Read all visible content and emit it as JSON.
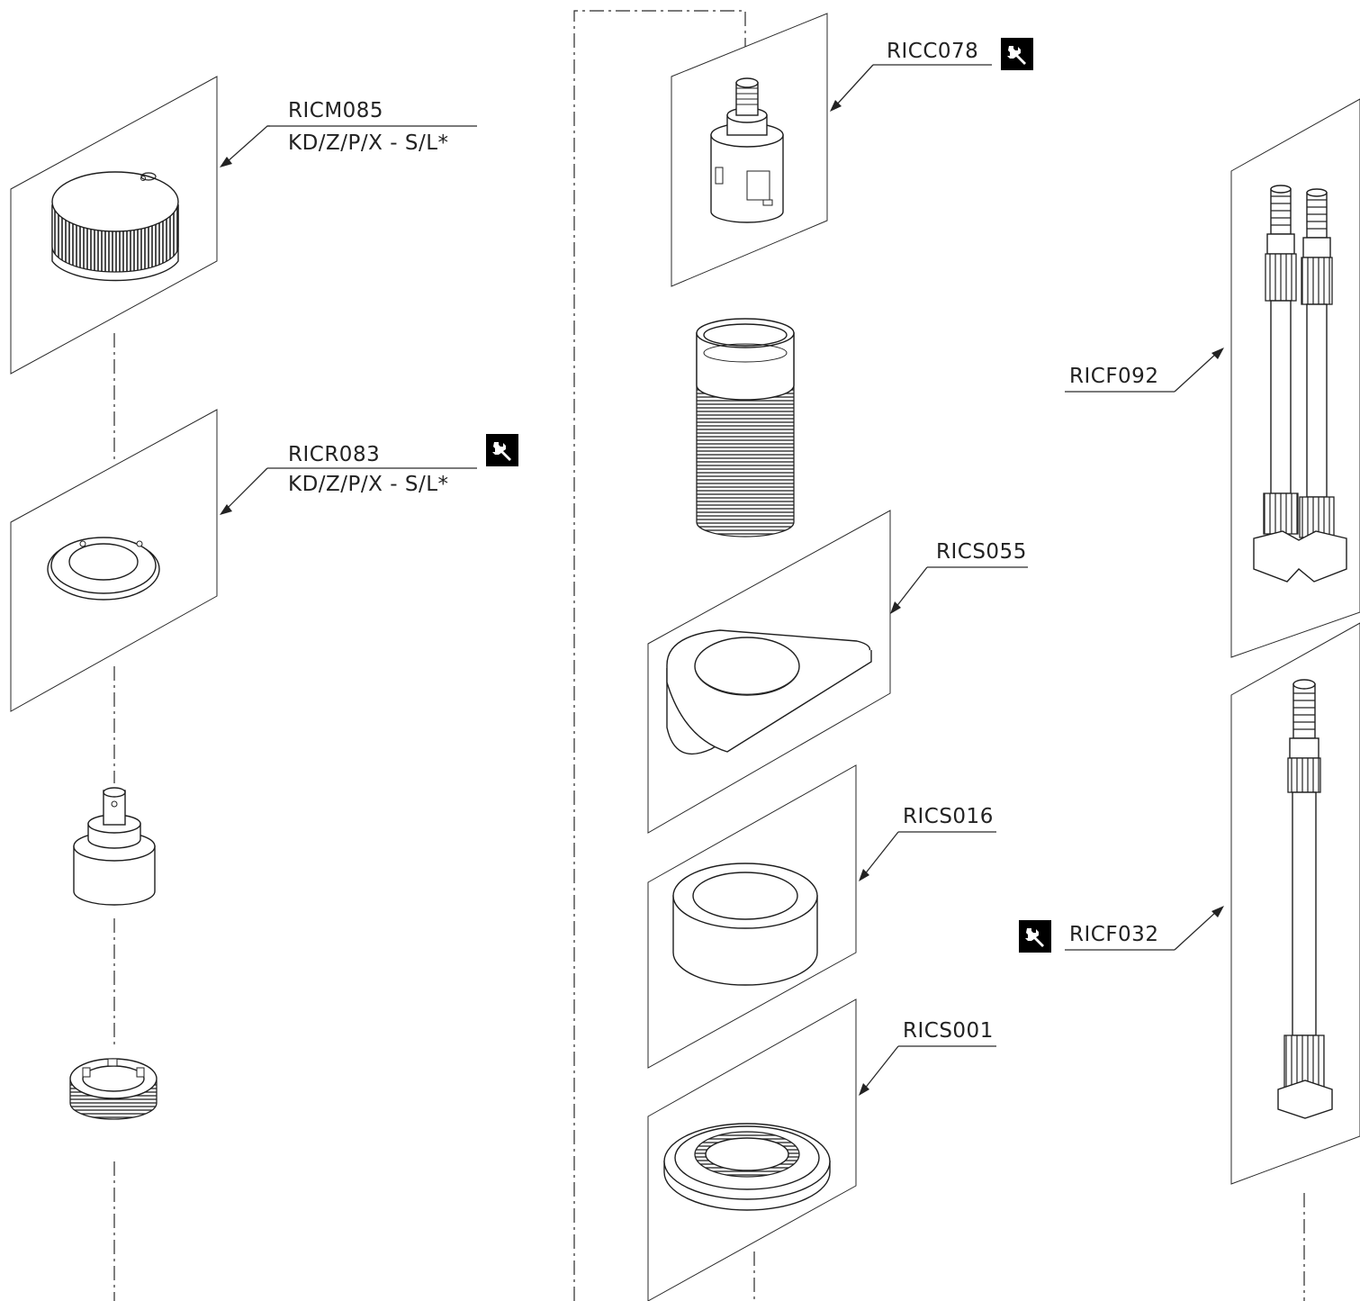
{
  "labels": {
    "ricm085": {
      "code": "RICM085",
      "variant": "KD/Z/P/X - S/L*"
    },
    "ricr083": {
      "code": "RICR083",
      "variant": "KD/Z/P/X - S/L*"
    },
    "ricc078": {
      "code": "RICC078"
    },
    "ricf092": {
      "code": "RICF092"
    },
    "ricf032": {
      "code": "RICF032"
    },
    "rics055": {
      "code": "RICS055"
    },
    "rics016": {
      "code": "RICS016"
    },
    "rics001": {
      "code": "RICS001"
    }
  },
  "icons": {
    "wrench": "wrench-icon",
    "wrench_color_bg": "#000000",
    "wrench_color_fg": "#ffffff"
  }
}
